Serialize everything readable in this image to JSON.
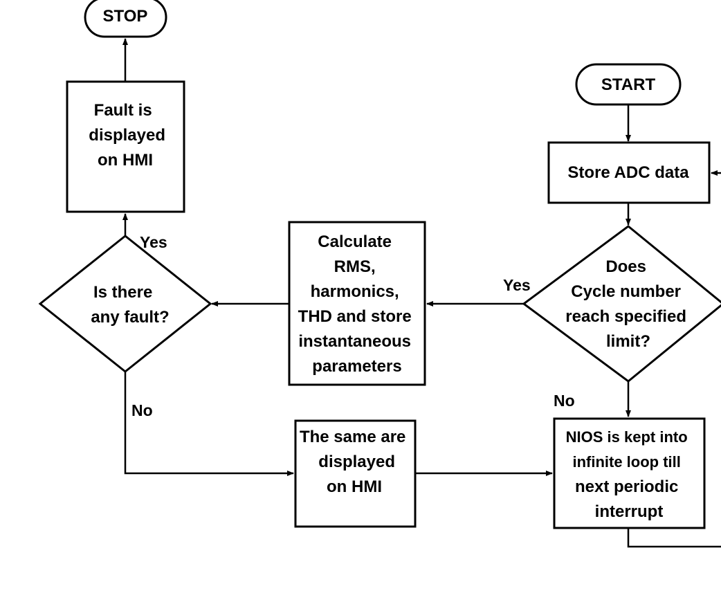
{
  "nodes": {
    "stop": {
      "lines": [
        "STOP"
      ]
    },
    "start": {
      "lines": [
        "START"
      ]
    },
    "fault_displayed": {
      "lines": [
        "Fault is",
        "displayed",
        "on HMI"
      ]
    },
    "store_adc": {
      "lines": [
        "Store ADC data"
      ]
    },
    "calculate": {
      "lines": [
        "Calculate",
        "RMS,",
        "harmonics,",
        "THD and store",
        "instantaneous",
        "parameters"
      ]
    },
    "is_fault": {
      "lines": [
        "Is  there",
        "any  fault?"
      ]
    },
    "cycle_check": {
      "lines": [
        "Does",
        "Cycle number",
        "reach specified",
        "limit?"
      ]
    },
    "same_displayed": {
      "lines": [
        "The same are",
        "displayed",
        "on HMI"
      ]
    },
    "nios_loop": {
      "lines": [
        "NIOS is kept into",
        "infinite loop till",
        "next periodic",
        "interrupt"
      ]
    }
  },
  "edge_labels": {
    "fault_yes": "Yes",
    "fault_no": "No",
    "cycle_yes": "Yes",
    "cycle_no": "No"
  }
}
